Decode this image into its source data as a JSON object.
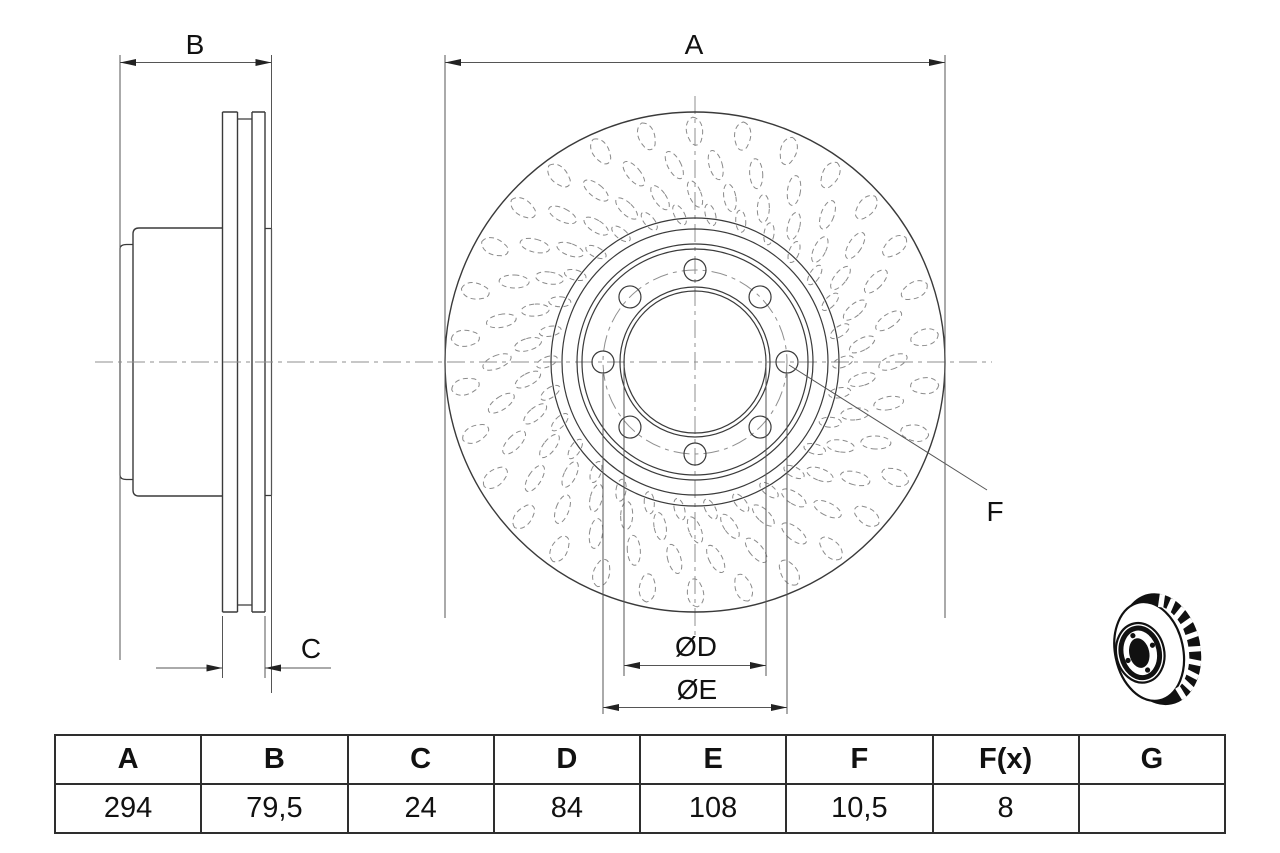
{
  "drawing": {
    "labels": {
      "diameter_a": "A",
      "width_b": "B",
      "thickness_c": "C",
      "bore_d": "ØD",
      "pitch_e": "ØE",
      "hole_f": "F"
    }
  },
  "table": {
    "headers": [
      "A",
      "B",
      "C",
      "D",
      "E",
      "F",
      "F(x)",
      "G"
    ],
    "values": [
      "294",
      "79,5",
      "24",
      "84",
      "108",
      "10,5",
      "8",
      ""
    ]
  },
  "icons": {
    "disc_3d": "vented-brake-disc-3d-icon"
  },
  "colors": {
    "line": "#3a3a3a",
    "dimension": "#555555",
    "centerline": "#8f8f8f",
    "vent": "#8a8a8a",
    "text": "#111111",
    "icon": "#111111",
    "background": "#ffffff"
  }
}
